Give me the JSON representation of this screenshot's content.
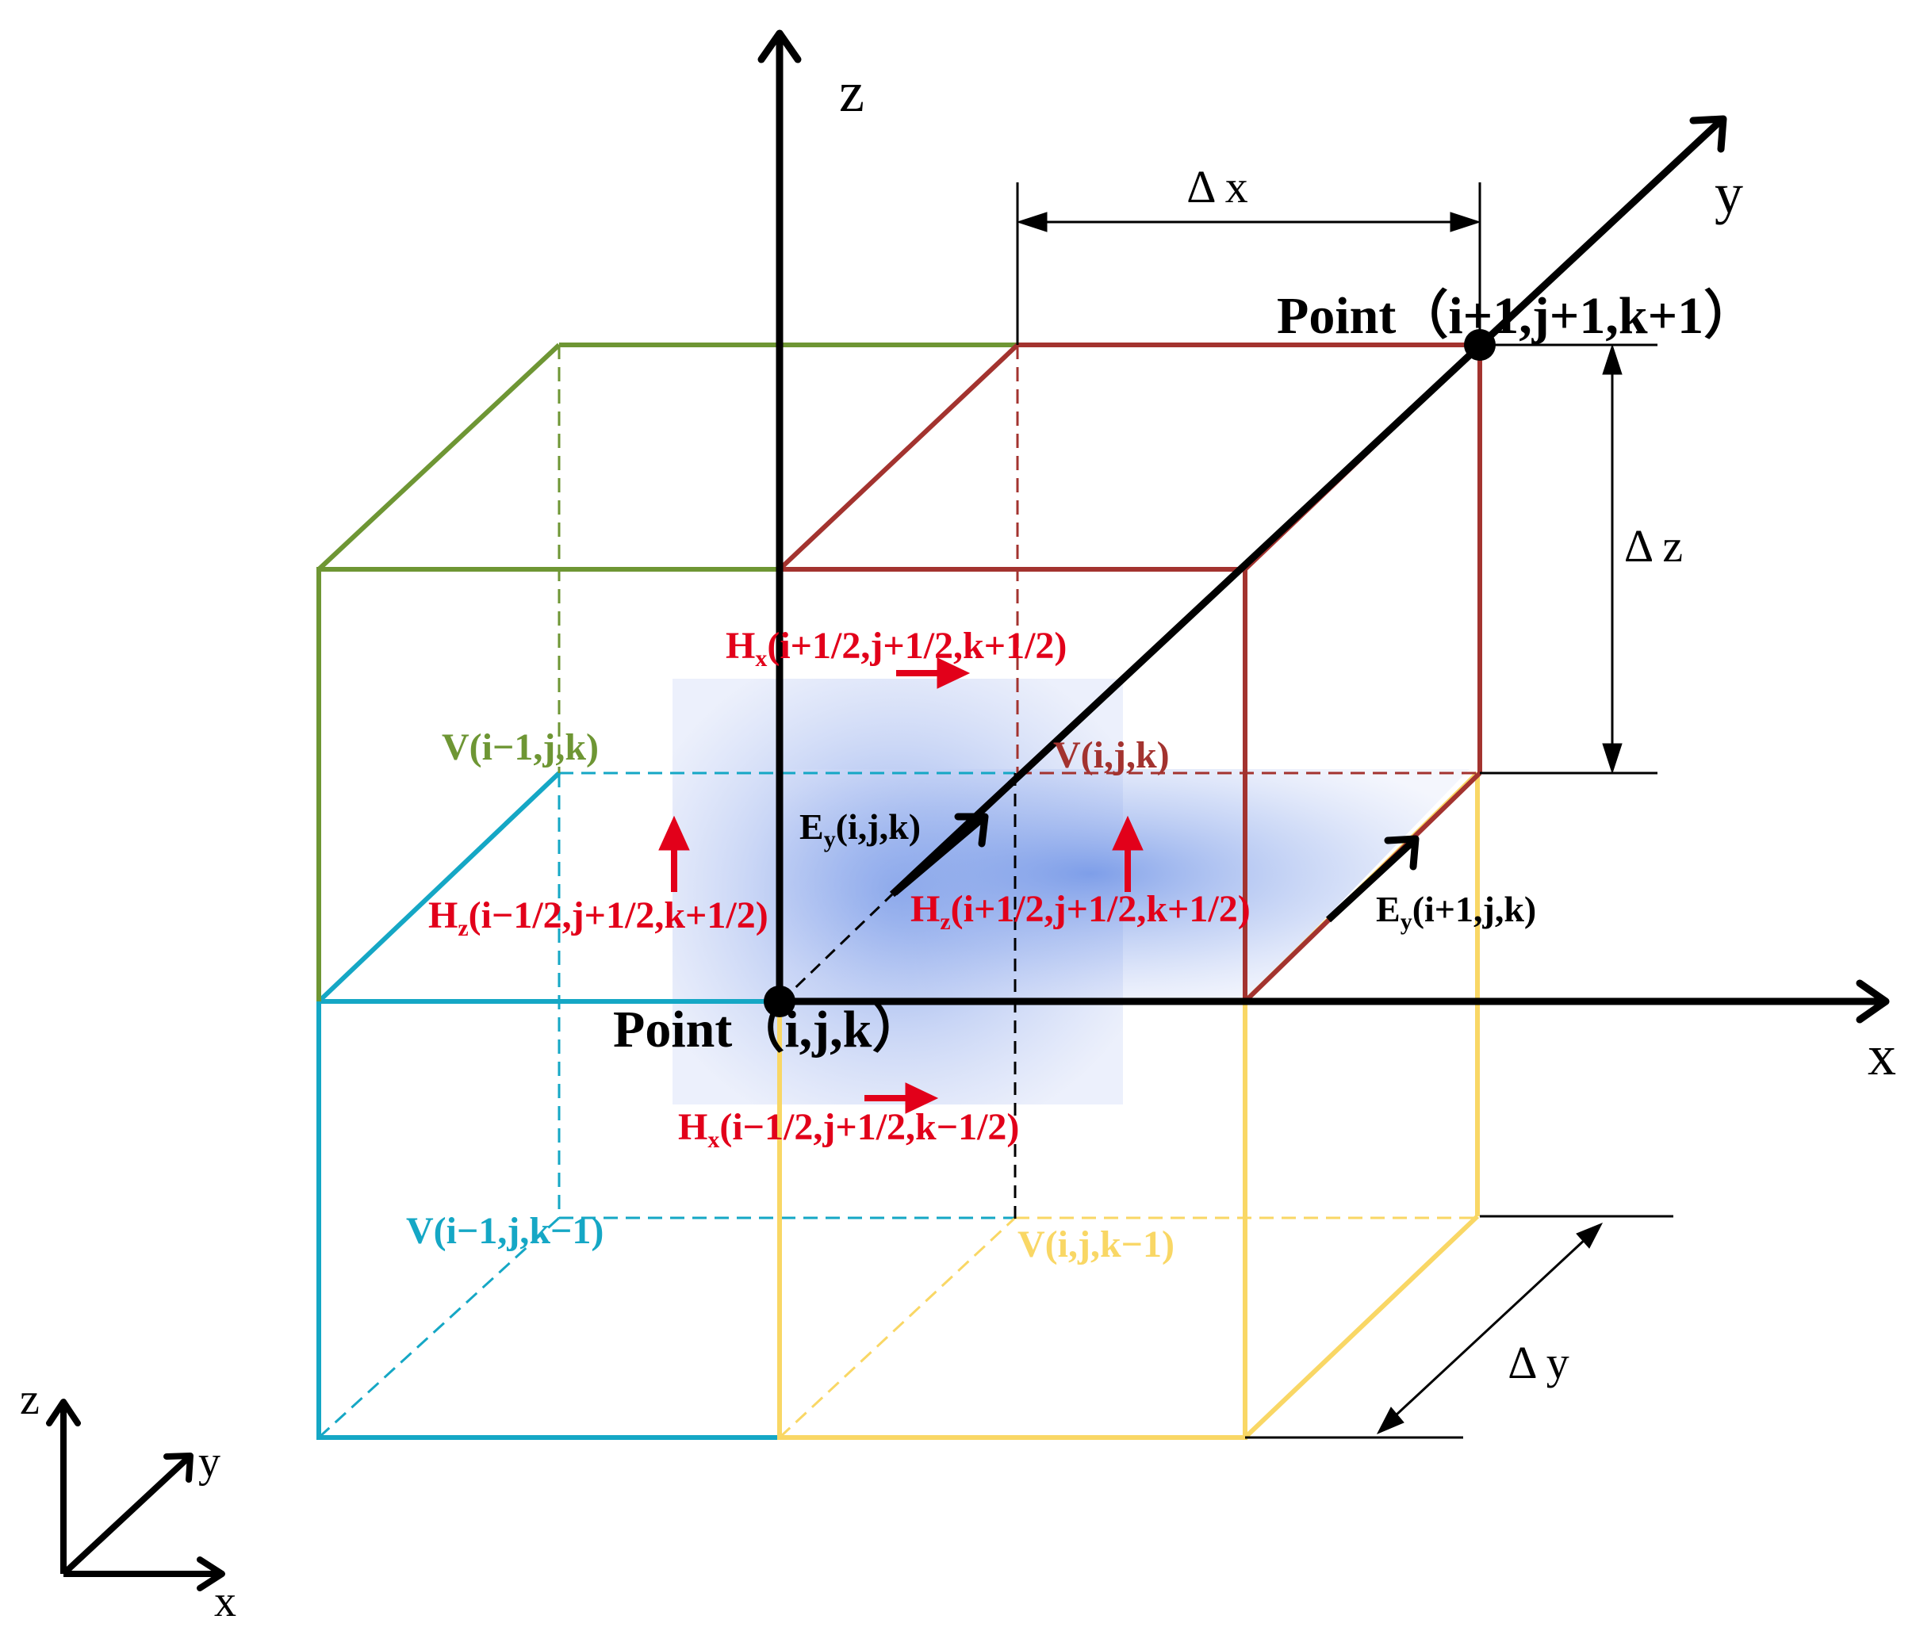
{
  "axes": {
    "z": "z",
    "y": "y",
    "x": "x"
  },
  "dimensions": {
    "dx": "Δ x",
    "dz": "Δ z",
    "dy": "Δ y"
  },
  "points": {
    "origin": "Point（i,j,k）",
    "far": "Point（i+1,j+1,k+1）"
  },
  "cells": {
    "v_green": "V(i−1,j,k)",
    "v_red": "V(i,j,k)",
    "v_cyan": "V(i−1,j,k−1)",
    "v_yellow": "V(i,j,k−1)"
  },
  "fields": {
    "hx_top": {
      "base": "H",
      "sub": "x",
      "args": "(i+1/2,j+1/2,k+1/2)"
    },
    "hx_bottom": {
      "base": "H",
      "sub": "x",
      "args": "(i−1/2,j+1/2,k−1/2)"
    },
    "hz_left": {
      "base": "H",
      "sub": "z",
      "args": "(i−1/2,j+1/2,k+1/2)"
    },
    "hz_right": {
      "base": "H",
      "sub": "z",
      "args": "(i+1/2,j+1/2,k+1/2)"
    },
    "ey_center": {
      "base": "E",
      "sub": "y",
      "args": "(i,j,k)"
    },
    "ey_right": {
      "base": "E",
      "sub": "y",
      "args": "(i+1,j,k)"
    }
  },
  "legend_axes": {
    "z": "z",
    "y": "y",
    "x": "x"
  },
  "colors": {
    "green": "#6e9634",
    "red": "#a3332f",
    "cyan": "#15a7c5",
    "yellow": "#f9d765",
    "field": "#e2001a",
    "black": "#000000",
    "shade": "#7a9ae6"
  }
}
